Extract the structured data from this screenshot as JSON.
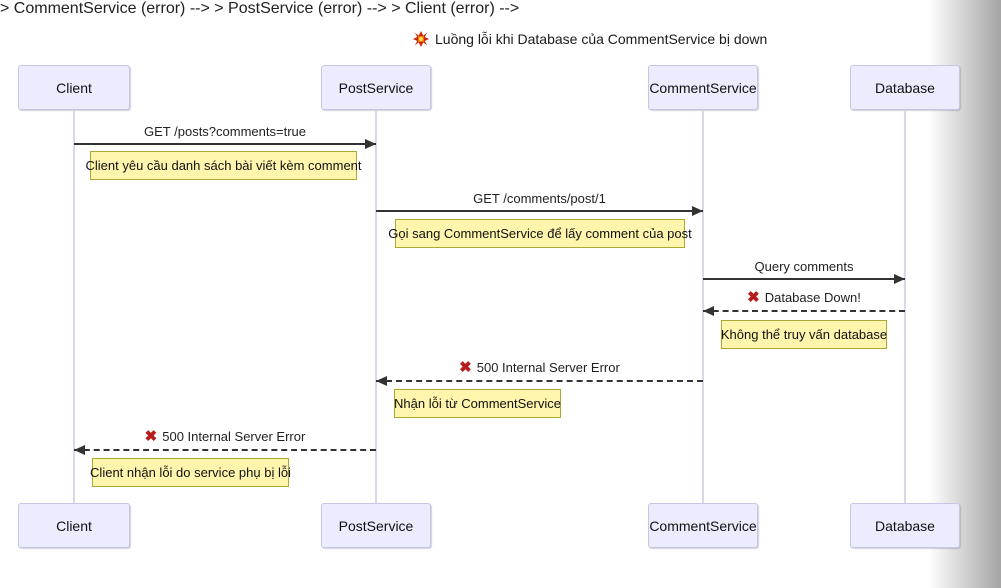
{
  "title": {
    "icon": "collision-burst-icon",
    "text": "Luồng lỗi khi Database của CommentService bị down"
  },
  "icons": {
    "error_mark": "✖"
  },
  "colors": {
    "actor_fill": "#ECECFF",
    "actor_border": "#c6c6e2",
    "note_fill": "#fff5ad",
    "note_border": "#aaaa33",
    "message_line": "#333333",
    "error_red": "#b71c1c",
    "lifeline": "#d8d8ea"
  },
  "actors": [
    {
      "name": "Client"
    },
    {
      "name": "PostService"
    },
    {
      "name": "CommentService"
    },
    {
      "name": "Database"
    }
  ],
  "messages": [
    {
      "from": "Client",
      "to": "PostService",
      "label": "GET /posts?comments=true",
      "style": "solid",
      "error": false
    },
    {
      "from": "PostService",
      "to": "CommentService",
      "label": "GET /comments/post/1",
      "style": "solid",
      "error": false
    },
    {
      "from": "CommentService",
      "to": "Database",
      "label": "Query comments",
      "style": "solid",
      "error": false
    },
    {
      "from": "Database",
      "to": "CommentService",
      "label": "Database Down!",
      "style": "dashed",
      "error": true
    },
    {
      "from": "CommentService",
      "to": "PostService",
      "label": "500 Internal Server Error",
      "style": "dashed",
      "error": true
    },
    {
      "from": "PostService",
      "to": "Client",
      "label": "500 Internal Server Error",
      "style": "dashed",
      "error": true
    }
  ],
  "notes": [
    {
      "of": "Client",
      "text": "Client yêu cầu danh sách bài viết kèm comment"
    },
    {
      "of": "PostService",
      "text": "Gọi sang CommentService để lấy comment của post"
    },
    {
      "of": "CommentService",
      "text": "Không thể truy vấn database"
    },
    {
      "of": "PostService",
      "text": "Nhận lỗi từ CommentService"
    },
    {
      "of": "Client",
      "text": "Client nhận lỗi do service phụ bị lỗi"
    }
  ]
}
